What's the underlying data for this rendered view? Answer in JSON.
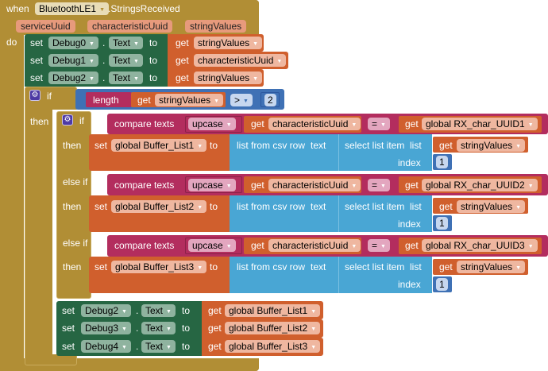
{
  "event": {
    "when_label": "when",
    "component": "BluetoothLE1",
    "event_name": ".StringsReceived",
    "params": [
      "serviceUuid",
      "characteristicUuid",
      "stringValues"
    ],
    "do_label": "do"
  },
  "keywords": {
    "set": "set",
    "to": "to",
    "get": "get",
    "dot": ".",
    "if": "if",
    "then": "then",
    "else_if": "else if",
    "length": "length",
    "compare_texts": "compare texts",
    "upcase": "upcase",
    "eq": "=",
    "gt": ">",
    "list_from_csv_row": "list from csv row",
    "text": "text",
    "select_list_item": "select list item",
    "list": "list",
    "index": "index"
  },
  "initial_sets": [
    {
      "component": "Debug0",
      "property": "Text",
      "value_var": "stringValues"
    },
    {
      "component": "Debug1",
      "property": "Text",
      "value_var": "characteristicUuid"
    },
    {
      "component": "Debug2",
      "property": "Text",
      "value_var": "stringValues"
    }
  ],
  "outer_if": {
    "length_var": "stringValues",
    "operator": ">",
    "number": "2"
  },
  "branches": [
    {
      "label": "if",
      "compare_var": "characteristicUuid",
      "op": "=",
      "global": "global RX_char_UUID1",
      "target": "global Buffer_List1",
      "list_var": "stringValues",
      "index": "1"
    },
    {
      "label": "else if",
      "compare_var": "characteristicUuid",
      "op": "=",
      "global": "global RX_char_UUID2",
      "target": "global Buffer_List2",
      "list_var": "stringValues",
      "index": "1"
    },
    {
      "label": "else if",
      "compare_var": "characteristicUuid",
      "op": "=",
      "global": "global RX_char_UUID3",
      "target": "global Buffer_List3",
      "list_var": "stringValues",
      "index": "1"
    }
  ],
  "final_sets": [
    {
      "component": "Debug2",
      "property": "Text",
      "value_var": "global Buffer_List1"
    },
    {
      "component": "Debug3",
      "property": "Text",
      "value_var": "global Buffer_List2"
    },
    {
      "component": "Debug4",
      "property": "Text",
      "value_var": "global Buffer_List3"
    }
  ],
  "colors": {
    "event": "#b18e35",
    "component_set": "#266643",
    "variable": "#d05f2d",
    "math": "#3f71b5",
    "text": "#b32d5e",
    "list": "#49a6d4"
  }
}
